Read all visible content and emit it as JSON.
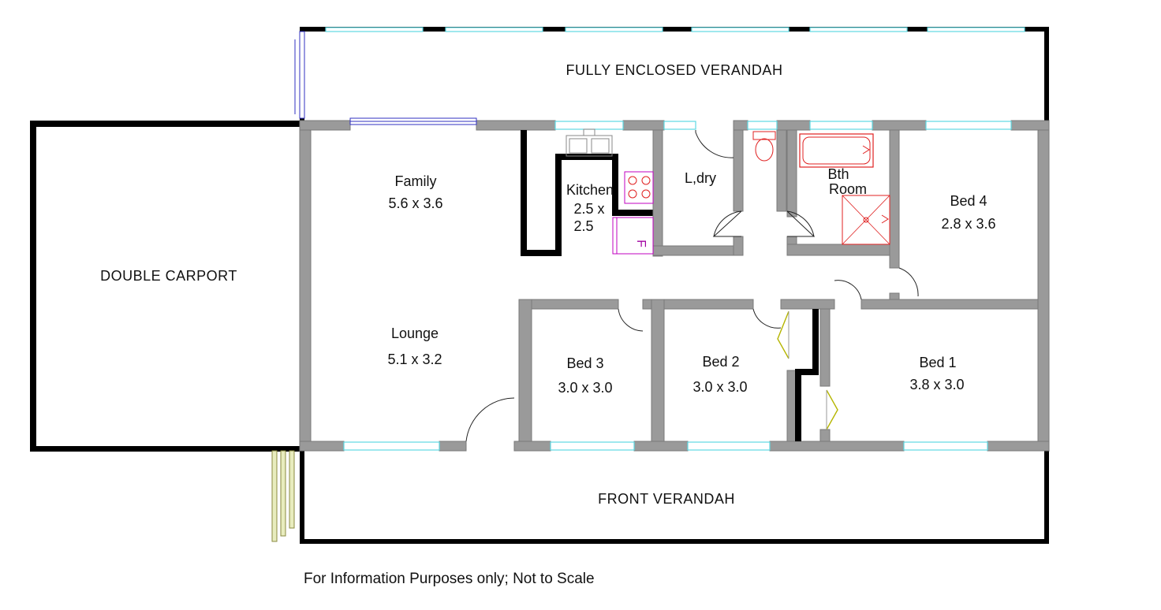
{
  "areas": {
    "fully_enclosed_verandah": "FULLY ENCLOSED VERANDAH",
    "double_carport": "DOUBLE CARPORT",
    "front_verandah": "FRONT VERANDAH"
  },
  "rooms": {
    "family": {
      "name": "Family",
      "dims": "5.6 x 3.6"
    },
    "kitchen": {
      "name": "Kitchen",
      "dims_line1": "2.5 x",
      "dims_line2": "2.5"
    },
    "laundry": {
      "name": "L,dry"
    },
    "bathroom": {
      "name_line1": "Bth",
      "name_line2": "Room"
    },
    "bed4": {
      "name": "Bed 4",
      "dims": "2.8 x 3.6"
    },
    "lounge": {
      "name": "Lounge",
      "dims": "5.1 x 3.2"
    },
    "bed3": {
      "name": "Bed 3",
      "dims": "3.0 x 3.0"
    },
    "bed2": {
      "name": "Bed 2",
      "dims": "3.0 x 3.0"
    },
    "bed1": {
      "name": "Bed 1",
      "dims": "3.8 x 3.0"
    }
  },
  "fixtures": {
    "fridge_label": "F"
  },
  "footer": {
    "note": "For Information Purposes only; Not to Scale"
  },
  "colors": {
    "wall": "#9a9a9a",
    "outer_wall": "#000000",
    "window": "#5fd9e3",
    "sliding_door": "#3030c0",
    "plumbing": "#e02020",
    "appliance": "#c000c0",
    "wardrobe_door": "#b5b500",
    "posts": "#e8ecbe"
  }
}
